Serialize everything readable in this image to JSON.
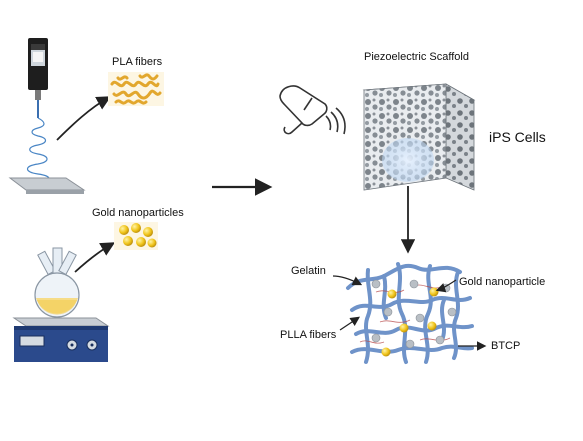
{
  "labels": {
    "pla_fibers": "PLA fibers",
    "gold_nanoparticles": "Gold nanoparticles",
    "piezoelectric_scaffold": "Piezoelectric Scaffold",
    "ips_cells": "iPS Cells",
    "gelatin": "Gelatin",
    "gold_nanoparticle": "Gold nanoparticle",
    "plla_fibers": "PLLA fibers",
    "btcp": "BTCP"
  },
  "colors": {
    "fiber_yellow": "#e8b23a",
    "gold": "#f0c419",
    "network_blue": "#6f93c9",
    "scaffold_gray": "#9aa1a8",
    "hotplate_blue": "#2b4a8c",
    "arrow": "#222222"
  }
}
